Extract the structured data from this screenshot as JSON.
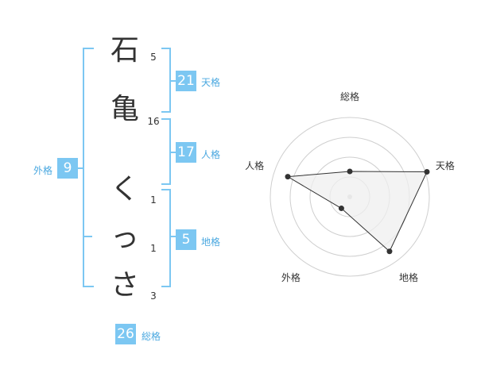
{
  "name": {
    "characters": [
      {
        "char": "石",
        "strokes": "5"
      },
      {
        "char": "亀",
        "strokes": "16"
      },
      {
        "char": "く",
        "strokes": "1"
      },
      {
        "char": "っ",
        "strokes": "1"
      },
      {
        "char": "さ",
        "strokes": "3"
      }
    ]
  },
  "kakusu": {
    "tenkaku": {
      "value": "21",
      "label": "天格"
    },
    "jinkaku": {
      "value": "17",
      "label": "人格"
    },
    "chikaku": {
      "value": "5",
      "label": "地格"
    },
    "gaikaku": {
      "value": "9",
      "label": "外格"
    },
    "soukaku": {
      "value": "26",
      "label": "総格"
    }
  },
  "chart_data": {
    "type": "radar",
    "axes": [
      "総格",
      "天格",
      "地格",
      "外格",
      "人格"
    ],
    "values": [
      0.32,
      1.02,
      0.85,
      0.18,
      0.82
    ],
    "rings": 4,
    "colors": {
      "fill": "#efefef",
      "line": "#333333",
      "grid": "#cfcfcf",
      "accent": "#7cc7f2"
    }
  }
}
